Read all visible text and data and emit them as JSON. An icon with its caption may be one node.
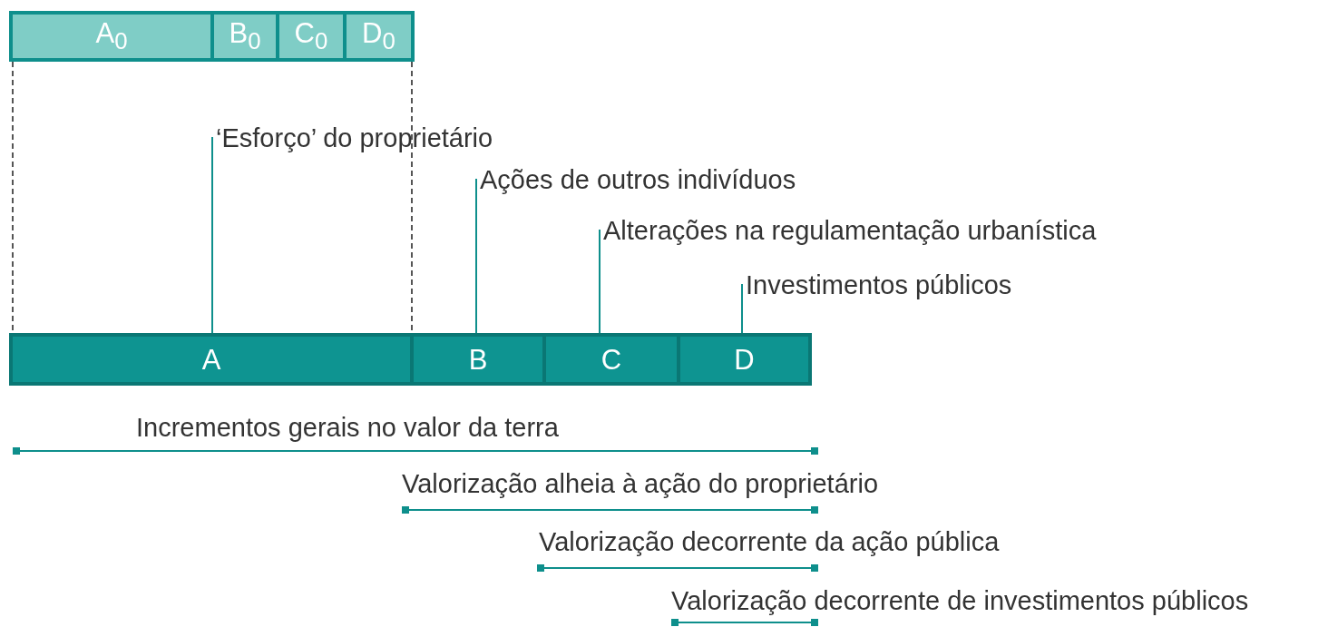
{
  "diagram": {
    "nodes": [
      {
        "text": [
          "A$_{0}$"
        ]
      },
      {
        "text": [
          "B$_{0}$"
        ]
      },
      {
        "text": [
          "C$_{0}$"
        ]
      },
      {
        "text": [
          "D$_{0}$"
        ]
      },
      {
        "text": [
          "A"
        ]
      },
      {
        "text": [
          "B"
        ]
      },
      {
        "text": [
          "C"
        ]
      },
      {
        "text": [
          "D"
        ]
      },
      {
        "text": [
          "‘Esforço’ do proprietário"
        ]
      },
      {
        "text": [
          "Ações de outros indivíduos"
        ]
      },
      {
        "text": [
          "Alterações na regulamentação urbanística"
        ]
      },
      {
        "text": [
          "Investimentos públicos"
        ]
      }
    ],
    "edges": [
      {
        "from": 0,
        "to": 4,
        "arrow": "none",
        "style": "dashed",
        "color": "#555555"
      },
      {
        "from": 3,
        "to": 4,
        "arrow": "none",
        "style": "dashed",
        "color": "#555555"
      },
      {
        "from": 8,
        "to": 4,
        "arrow": "none"
      },
      {
        "from": 9,
        "to": 5,
        "arrow": "none"
      },
      {
        "from": 10,
        "to": 6,
        "arrow": "none"
      },
      {
        "from": 11,
        "to": 7,
        "arrow": "none"
      }
    ],
    "labels": [
      "Incrementos gerais no valor da terra",
      "Valorização alheia à ação do proprietário",
      "Valorização decorrente da ação pública",
      "Valorização decorrente de investimentos públicos"
    ]
  }
}
